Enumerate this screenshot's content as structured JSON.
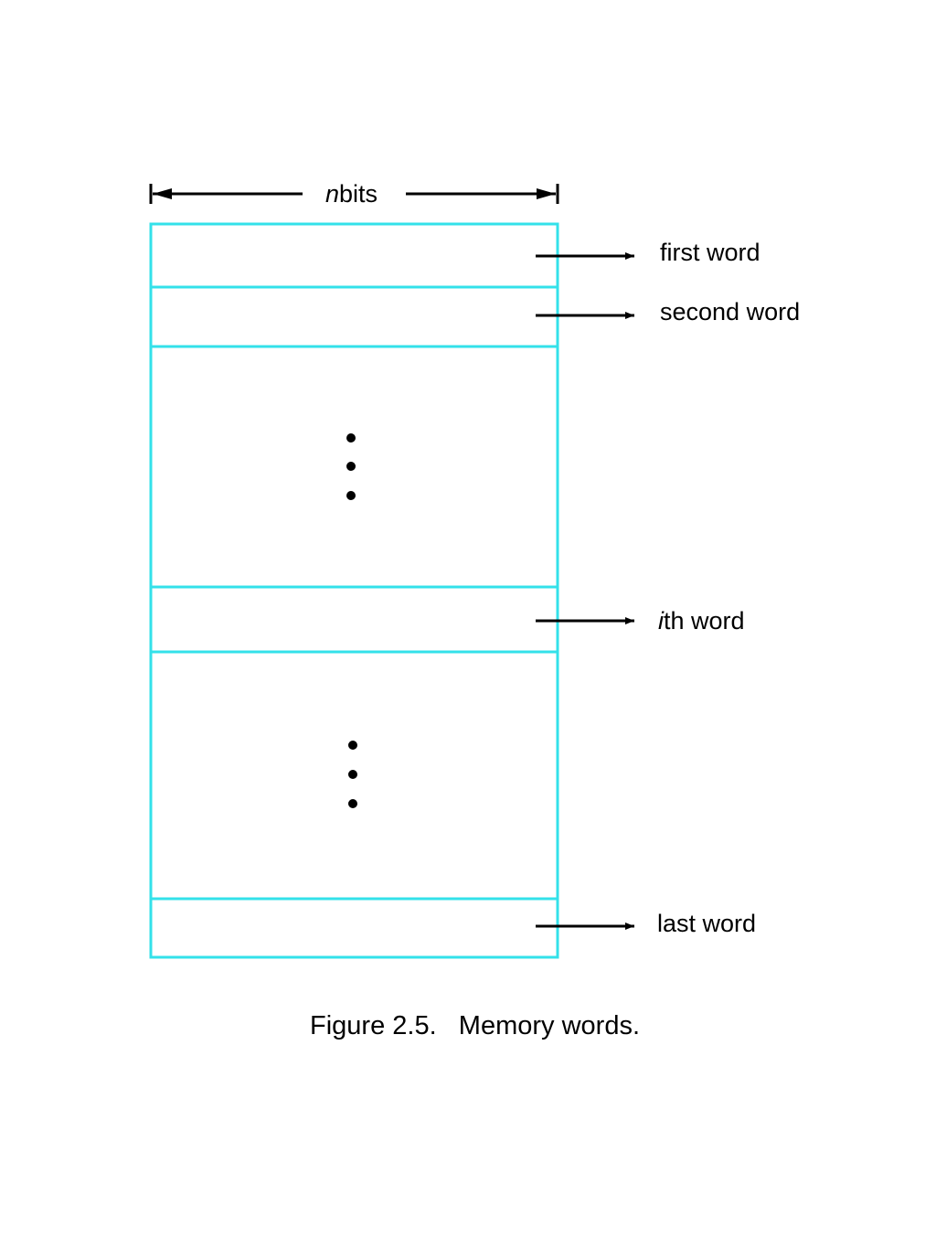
{
  "figure": {
    "caption": "Figure 2.5.   Memory words.",
    "width_label": {
      "variable": "n",
      "unit": "bits"
    },
    "words": {
      "first": "first word",
      "second": "second word",
      "ith_variable": "i",
      "ith_suffix": "th word",
      "last": "last word"
    },
    "ellipsis_marker": "vertical-ellipsis",
    "colors": {
      "memory_outline": "#33e1ea",
      "ink": "#000000",
      "background": "#ffffff"
    }
  }
}
